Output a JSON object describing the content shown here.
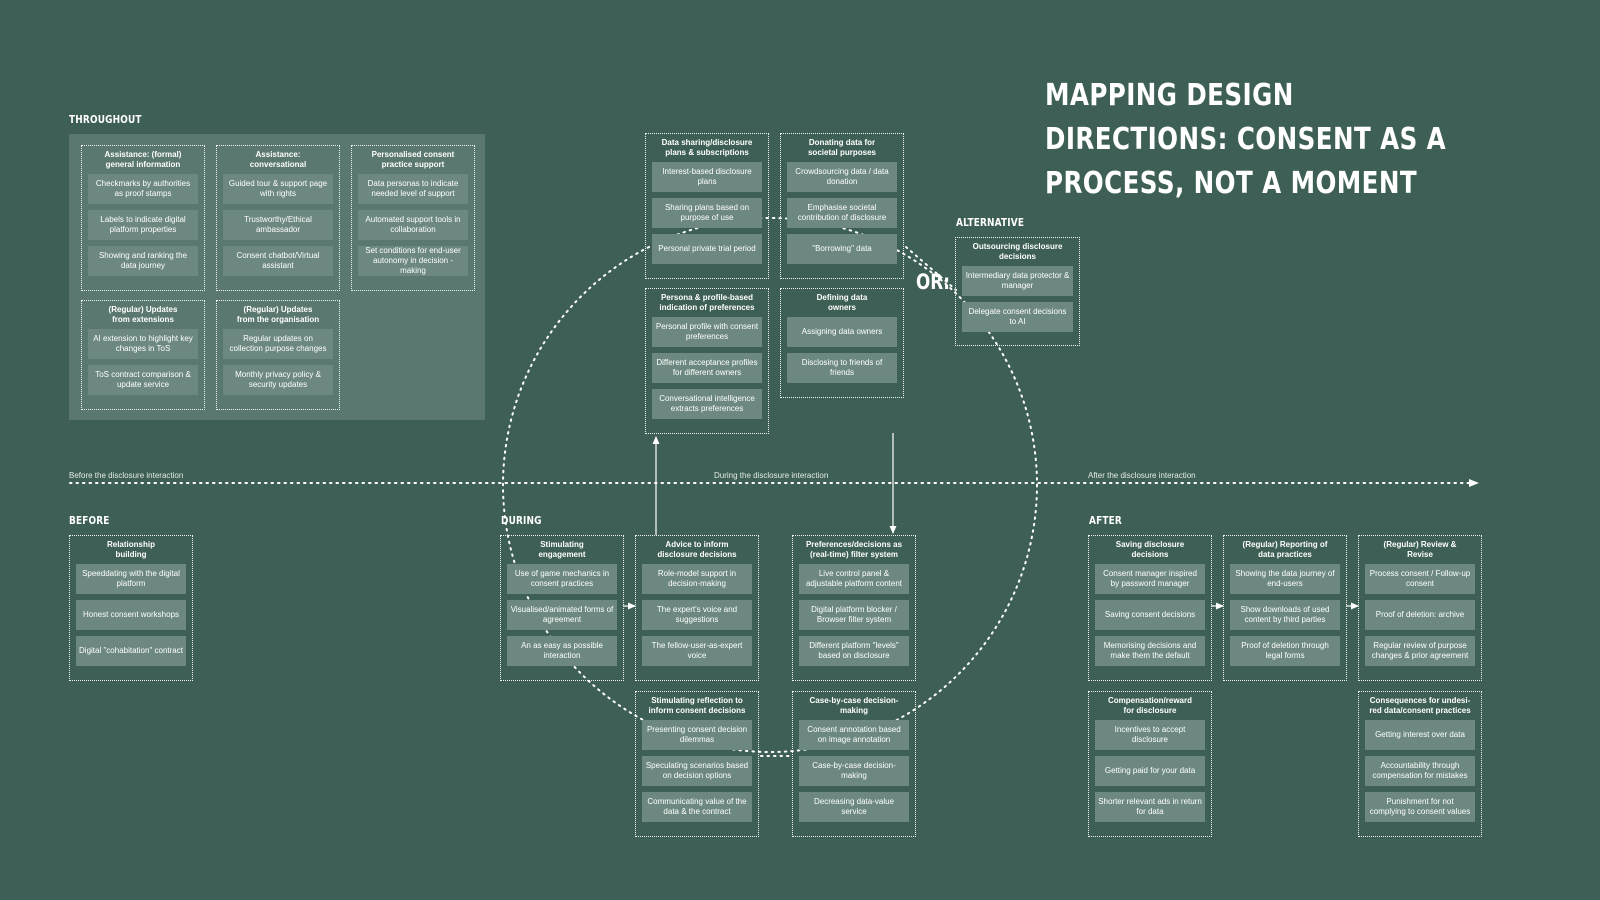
{
  "title": "MAPPING DESIGN DIRECTIONS: CONSENT AS A PROCESS, NOT A MOMENT",
  "labels": {
    "throughout": "THROUGHOUT",
    "alternative": "ALTERNATIVE",
    "before": "BEFORE",
    "during": "DURING",
    "after": "AFTER",
    "or": "OR:"
  },
  "timeline": {
    "before": "Before the disclosure interaction",
    "during": "During the disclosure interaction",
    "after": "After the disclosure interaction"
  },
  "groups": [
    {
      "title": "Assistance: (formal)\ngeneral information",
      "items": [
        "Checkmarks by authorities as proof stamps",
        "Labels to indicate digital platform properties",
        "Showing and ranking the data journey"
      ]
    },
    {
      "title": "Assistance:\nconversational",
      "items": [
        "Guided tour & support page with rights",
        "Trustworthy/Ethical ambassador",
        "Consent chatbot/Virtual assistant"
      ]
    },
    {
      "title": "Personalised consent\npractice support",
      "items": [
        "Data personas to indicate needed level of support",
        "Automated support tools in collaboration",
        "Set conditions for end-user autonomy in decision -making"
      ]
    },
    {
      "title": "(Regular) Updates\nfrom extensions",
      "items": [
        "AI extension to highlight key changes in ToS",
        "ToS contract comparison & update service"
      ]
    },
    {
      "title": "(Regular) Updates\nfrom the organisation",
      "items": [
        "Regular updates on collection purpose changes",
        "Monthly privacy policy & security updates"
      ]
    },
    {
      "title": "Data sharing/disclosure\nplans & subscriptions",
      "items": [
        "Interest-based disclosure plans",
        "Sharing plans based on purpose of use",
        "Personal private trial period"
      ]
    },
    {
      "title": "Donating data for\nsocietal purposes",
      "items": [
        "Crowdsourcing data / data donation",
        "Emphasise societal contribution of disclosure",
        "\"Borrowing\" data"
      ]
    },
    {
      "title": "Persona & profile-based\nindication of preferences",
      "items": [
        "Personal profile with consent preferences",
        "Different acceptance profiles for different owners",
        "Conversational intelligence extracts preferences"
      ]
    },
    {
      "title": "Defining data\nowners",
      "items": [
        "Assigning data owners",
        "Disclosing to friends of friends"
      ]
    },
    {
      "title": "Outsourcing disclosure\ndecisions",
      "items": [
        "Intermediary data protector & manager",
        "Delegate consent decisions to AI"
      ]
    },
    {
      "title": "Relationship\nbuilding",
      "items": [
        "Speeddating with the digital platform",
        "Honest consent workshops",
        "Digital \"cohabitation\" contract"
      ]
    },
    {
      "title": "Stimulating\nengagement",
      "items": [
        "Use of game mechanics in consent practices",
        "Visualised/animated forms of agreement",
        "An as easy as possible interaction"
      ]
    },
    {
      "title": "Advice to inform\ndisclosure decisions",
      "items": [
        "Role-model support in decision-making",
        "The expert's voice and suggestions",
        "The fellow-user-as-expert voice"
      ]
    },
    {
      "title": "Preferences/decisions as\n(real-time) filter system",
      "items": [
        "Live control panel & adjustable platform content",
        "Digital platform blocker / Browser filter system",
        "Different platform \"levels\" based on disclosure"
      ]
    },
    {
      "title": "Stimulating reflection to\ninform consent decisions",
      "items": [
        "Presenting consent decision dilemmas",
        "Speculating scenarios based on decision options",
        "Communicating value of the data & the contract"
      ]
    },
    {
      "title": "Case-by-case decision-\nmaking",
      "items": [
        "Consent annotation based on image annotation",
        "Case-by-case decision-making",
        "Decreasing data-value service"
      ]
    },
    {
      "title": "Saving disclosure\ndecisions",
      "items": [
        "Consent manager inspired by password manager",
        "Saving consent decisions",
        "Memorising decisions and make them the default"
      ]
    },
    {
      "title": "(Regular) Reporting of\ndata practices",
      "items": [
        "Showing the data journey of end-users",
        "Show downloads of used content by third parties",
        "Proof of deletion through legal forms"
      ]
    },
    {
      "title": "(Regular) Review &\nRevise",
      "items": [
        "Process consent / Follow-up consent",
        "Proof of deletion: archive",
        "Regular review of purpose changes & prior agreement"
      ]
    },
    {
      "title": "Compensation/reward\nfor disclosure",
      "items": [
        "Incentives to accept disclosure",
        "Getting paid for your data",
        "Shorter relevant ads in return for data"
      ]
    },
    {
      "title": "Consequences for undesi-\nred data/consent practices",
      "items": [
        "Getting interest over data",
        "Accountability through compensation for mistakes",
        "Punishment for not complying to consent values"
      ]
    }
  ]
}
